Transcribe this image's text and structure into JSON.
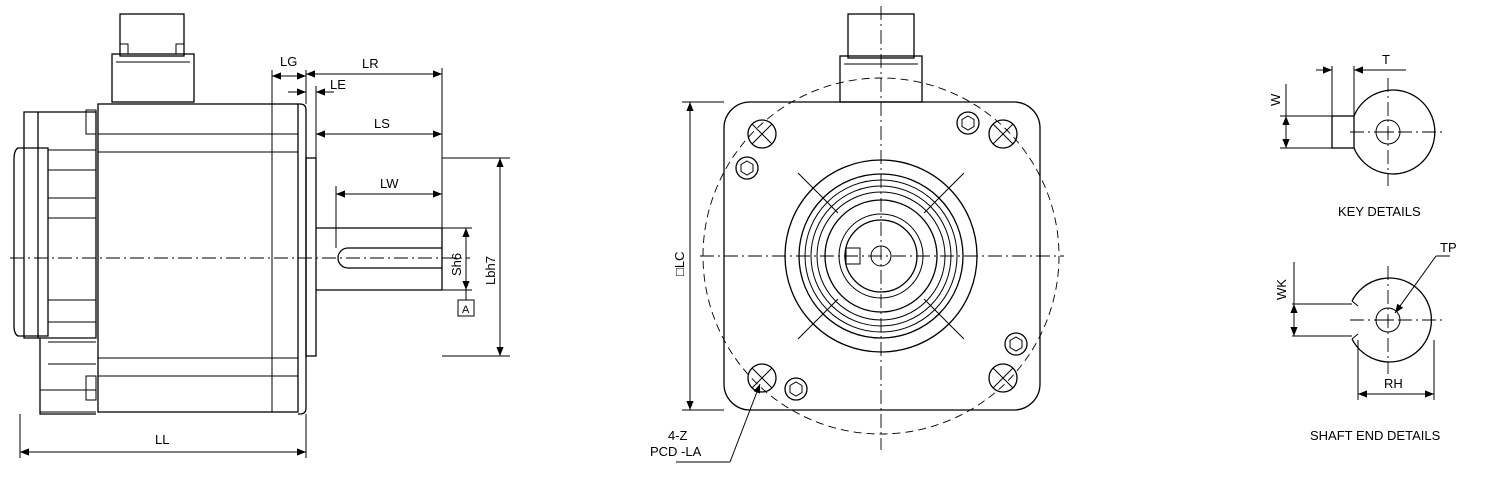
{
  "side_view": {
    "LG": "LG",
    "LR": "LR",
    "LE": "LE",
    "LS": "LS",
    "LW": "LW",
    "Sh6": "Sh6",
    "Lbh7": "Lbh7",
    "A": "A",
    "LL": "LL"
  },
  "front_view": {
    "LC": "□LC",
    "Z": "4-Z",
    "PCD": "PCD -LA"
  },
  "key_details": {
    "T": "T",
    "W": "W",
    "caption": "KEY DETAILS"
  },
  "shaft_end_details": {
    "TP": "TP",
    "WK": "WK",
    "RH": "RH",
    "caption": "SHAFT END DETAILS"
  }
}
